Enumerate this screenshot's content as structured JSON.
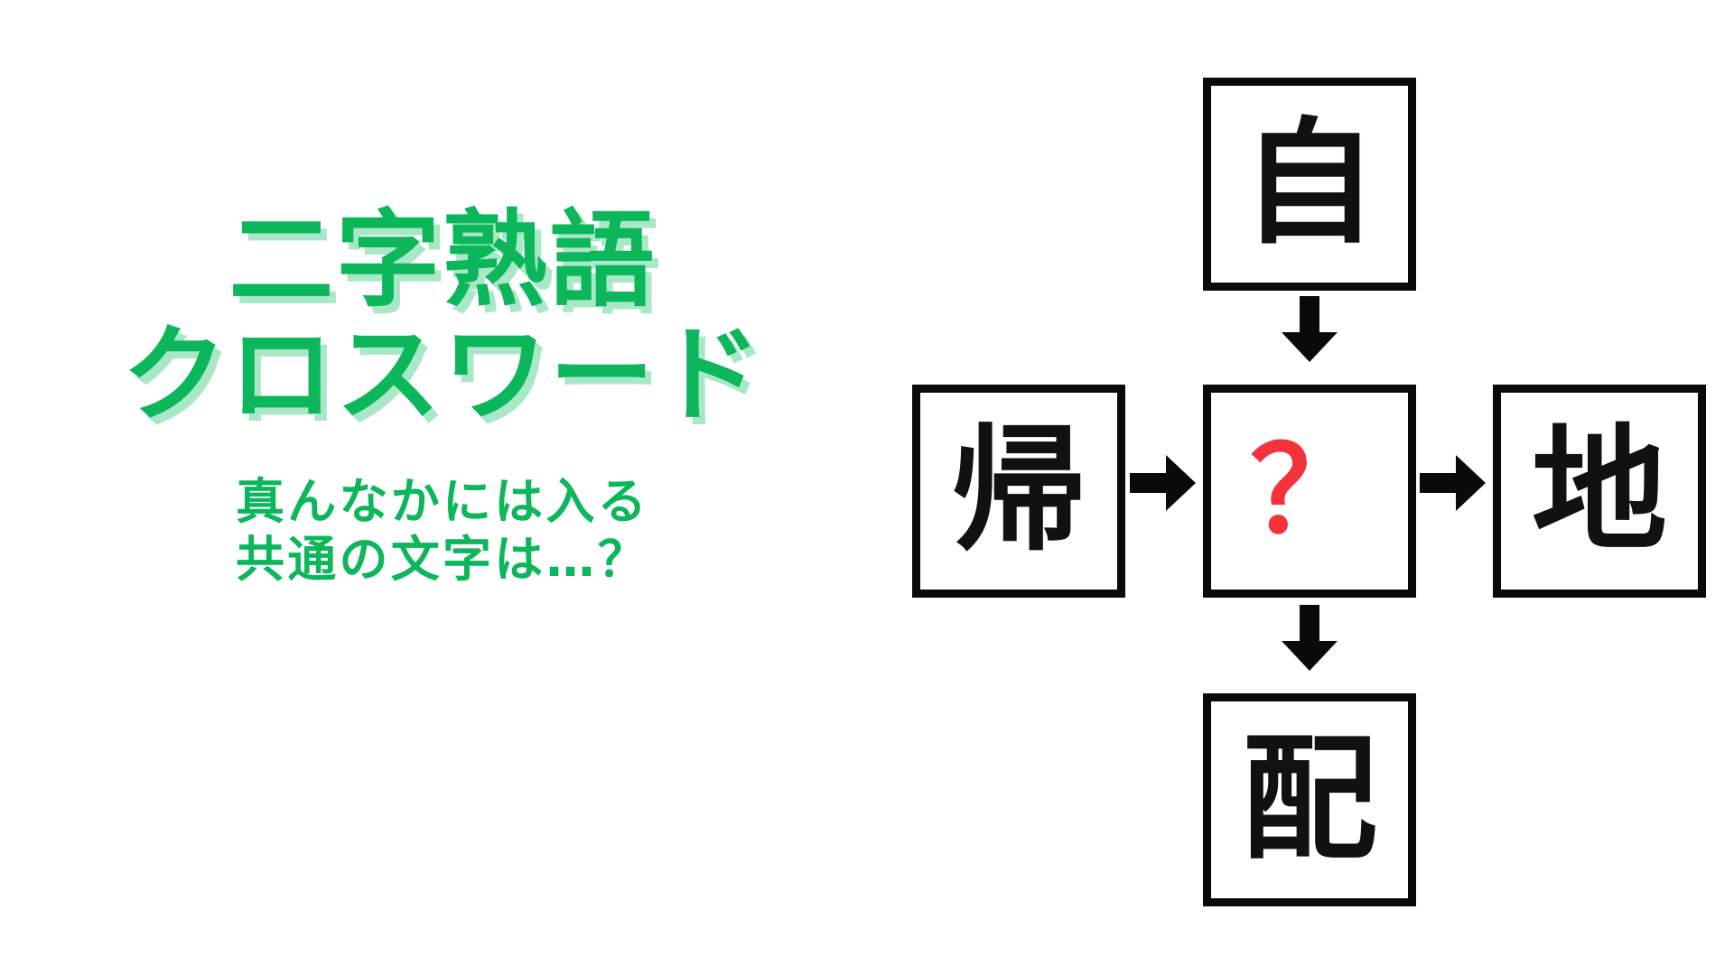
{
  "background_color": "#ffffff",
  "accent_colors": {
    "green": "#0cb65b",
    "green_shadow": "#a8e8c6",
    "red": "#f4323c",
    "box_border": "#0a0a0a"
  },
  "headline": {
    "title_line_1": "二字熟語",
    "title_line_2": "クロスワード",
    "subtitle_line_1": "真んなかには入る",
    "subtitle_line_2": "共通の文字は…？"
  },
  "crossword": {
    "cells": [
      {
        "id": "top",
        "char": "自",
        "position": "top",
        "is_answer_slot": false
      },
      {
        "id": "left",
        "char": "帰",
        "position": "left",
        "is_answer_slot": false
      },
      {
        "id": "center",
        "char": "？",
        "position": "center",
        "is_answer_slot": true
      },
      {
        "id": "right",
        "char": "地",
        "position": "right",
        "is_answer_slot": false
      },
      {
        "id": "bottom",
        "char": "配",
        "position": "bottom",
        "is_answer_slot": false
      }
    ],
    "arrows": [
      {
        "id": "top-to-center",
        "direction": "down",
        "from": "top",
        "to": "center"
      },
      {
        "id": "left-to-center",
        "direction": "right",
        "from": "left",
        "to": "center"
      },
      {
        "id": "center-to-right",
        "direction": "right",
        "from": "center",
        "to": "right"
      },
      {
        "id": "center-to-bottom",
        "direction": "down",
        "from": "center",
        "to": "bottom"
      }
    ]
  }
}
